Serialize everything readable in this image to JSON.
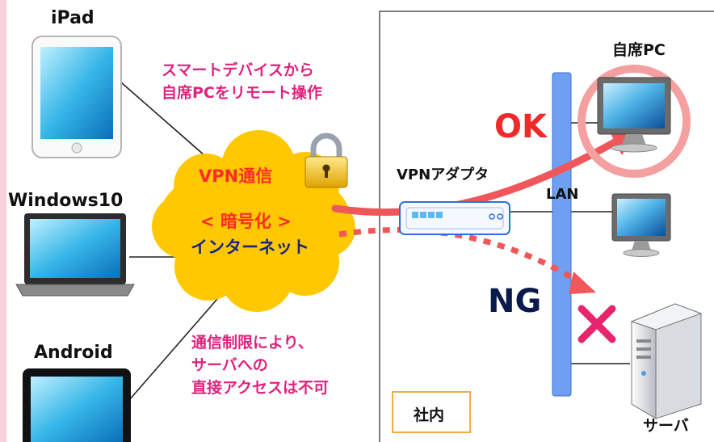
{
  "devices": {
    "ipad": "iPad",
    "windows": "Windows10",
    "android": "Android"
  },
  "cloud": {
    "vpn": "VPN通信",
    "encrypt": "< 暗号化 >",
    "internet": "インターネット"
  },
  "notes": {
    "remote_line1": "スマートデバイスから",
    "remote_line2": "自席PCをリモート操作",
    "restrict_line1": "通信制限により、",
    "restrict_line2": "サーバへの",
    "restrict_line3": "直接アクセスは不可"
  },
  "office": {
    "label": "社内",
    "adapter": "VPNアダプタ",
    "lan": "LAN",
    "my_pc": "自席PC",
    "server": "サーバ",
    "ok": "OK",
    "ng": "NG"
  },
  "colors": {
    "pink_note": "#e0237e",
    "ok_red": "#ee2a2a",
    "ng_navy": "#0a1a4a",
    "cloud": "#ffc800",
    "lan_bar": "#6f9ff0",
    "arrow": "#f0575a",
    "highlight_ring": "#f4a0a0",
    "office_tag_border": "#f5a94a"
  },
  "icons": [
    "ipad-icon",
    "laptop-icon",
    "android-tablet-icon",
    "padlock-icon",
    "vpn-adapter-icon",
    "monitor-icon",
    "server-icon",
    "cross-icon"
  ]
}
